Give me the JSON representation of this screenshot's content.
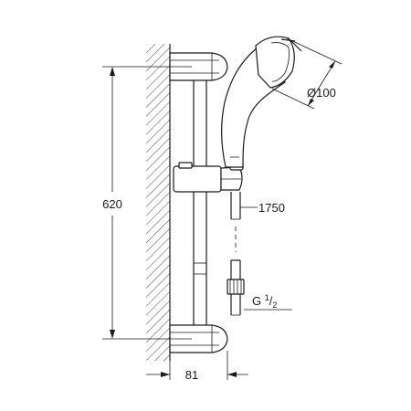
{
  "dimensions": {
    "height": "620",
    "hose_length": "1750",
    "head_diameter": "Ø100",
    "depth": "81",
    "thread_prefix": "G ",
    "thread_num": "1",
    "thread_den": "2"
  },
  "colors": {
    "line": "#1a1a1a",
    "background": "#ffffff"
  }
}
